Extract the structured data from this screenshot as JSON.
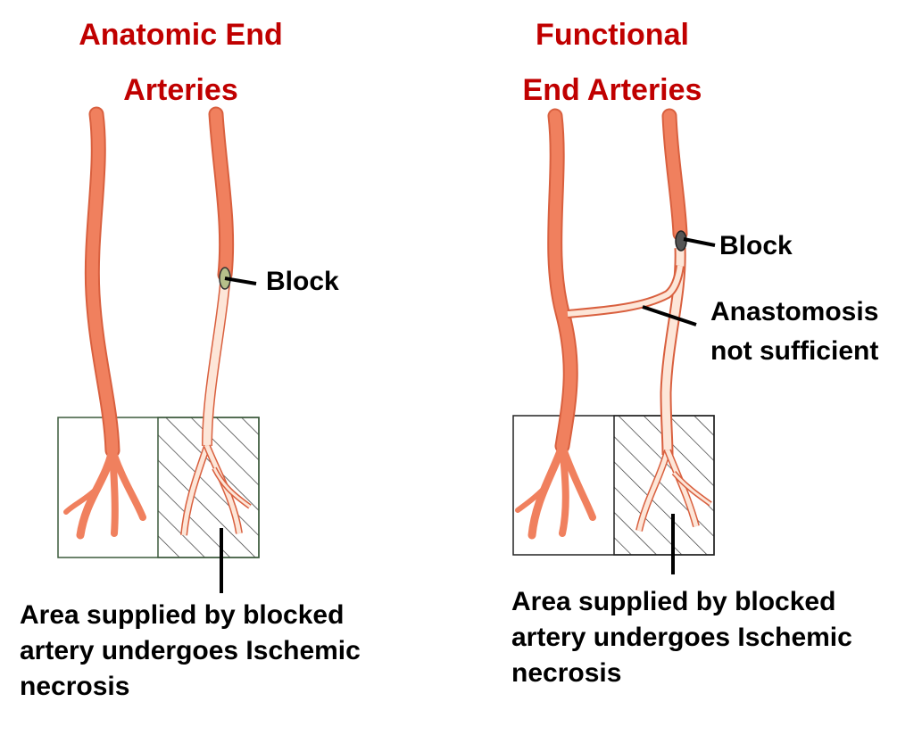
{
  "panels": [
    {
      "title": [
        "Anatomic End",
        "Arteries"
      ],
      "block_label": "Block",
      "caption": [
        " Area supplied by blocked",
        "artery undergoes Ischemic",
        "necrosis"
      ]
    },
    {
      "title": [
        "Functional",
        "End Arteries"
      ],
      "block_label": "Block",
      "anastomosis_label": [
        "Anastomosis",
        "not sufficient"
      ],
      "caption": [
        " Area supplied by blocked",
        "artery undergoes Ischemic",
        "necrosis"
      ]
    }
  ],
  "colors": {
    "title": "#c00000",
    "artery_fill": "#f0805e",
    "artery_outline": "#d9603f",
    "blocked_artery_fill": "#fde6d8",
    "hatch": "#333333",
    "text": "#000000"
  }
}
